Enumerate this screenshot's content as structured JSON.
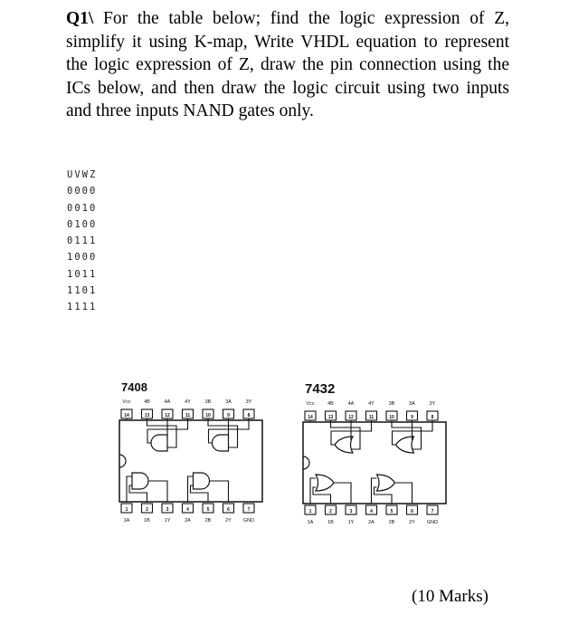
{
  "question": {
    "number": "Q1\\",
    "text": " For the table below; find the logic expression of Z, simplify it using K-map, Write VHDL equation to represent the logic expression of Z, draw the pin connection using the ICs below, and then draw the logic circuit using two inputs and three inputs NAND gates only."
  },
  "truth_table": {
    "header": "UVWZ",
    "rows": [
      "0000",
      "0010",
      "0100",
      "0111",
      "1000",
      "1011",
      "1101",
      "1111"
    ]
  },
  "ics": [
    {
      "name": "7408",
      "top_pins": [
        "Vcc",
        "4B",
        "4A",
        "4Y",
        "3B",
        "3A",
        "3Y"
      ],
      "top_nums": [
        "14",
        "13",
        "12",
        "11",
        "10",
        "9",
        "8"
      ],
      "bottom_pins": [
        "1A",
        "1B",
        "1Y",
        "2A",
        "2B",
        "2Y",
        "GND"
      ],
      "bottom_nums": [
        "1",
        "2",
        "3",
        "4",
        "5",
        "6",
        "7"
      ]
    },
    {
      "name": "7432",
      "top_pins": [
        "Vcc",
        "4B",
        "4A",
        "4Y",
        "3B",
        "3A",
        "3Y"
      ],
      "top_nums": [
        "14",
        "13",
        "12",
        "11",
        "10",
        "9",
        "8"
      ],
      "bottom_pins": [
        "1A",
        "1B",
        "1Y",
        "2A",
        "2B",
        "2Y",
        "GND"
      ],
      "bottom_nums": [
        "1",
        "2",
        "3",
        "4",
        "5",
        "6",
        "7"
      ]
    }
  ],
  "marks": "(10 Marks)"
}
